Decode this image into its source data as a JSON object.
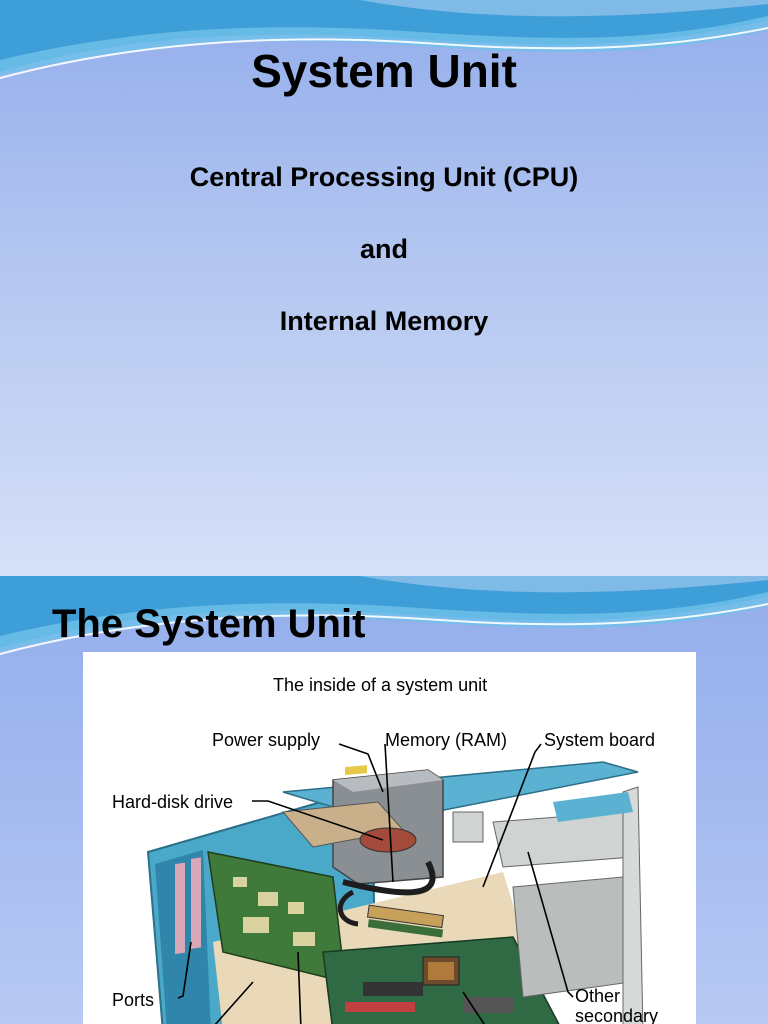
{
  "slide1": {
    "title": "System Unit",
    "line1": "Central Processing Unit (CPU)",
    "line2": "and",
    "line3": "Internal Memory"
  },
  "slide2": {
    "title": "The System Unit",
    "figure": {
      "caption": "The inside of a system unit",
      "labels": {
        "power_supply": "Power supply",
        "memory": "Memory (RAM)",
        "system_board": "System board",
        "hard_disk": "Hard-disk drive",
        "ports": "Ports",
        "other_line1": "Other",
        "other_line2": "secondary"
      }
    }
  },
  "colors": {
    "slide_background_top": "#93aeec",
    "slide_background_bottom": "#d6e0f8",
    "swoosh_blue": "#4aa6dc"
  }
}
